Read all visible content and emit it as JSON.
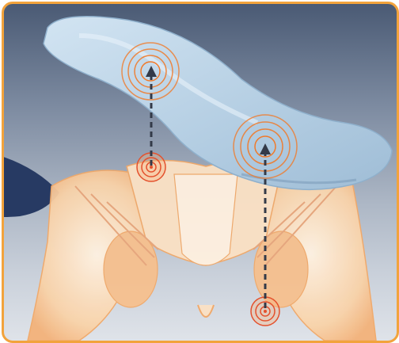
{
  "image": {
    "description_icon_names": [
      "insole-illustration",
      "pelvis-illustration",
      "pressure-point-icon",
      "dashed-arrow-icon",
      "foot-silhouette"
    ],
    "colors": {
      "frame_border": "#f2a33c",
      "background_top": "#4a5a74",
      "background_bottom": "#dfe3e9",
      "insole": "#b9d3e8",
      "pelvis": "#f7c99a",
      "pressure_ring": "#f07a2a",
      "arrow": "#333a48",
      "foot": "#273a63"
    }
  }
}
